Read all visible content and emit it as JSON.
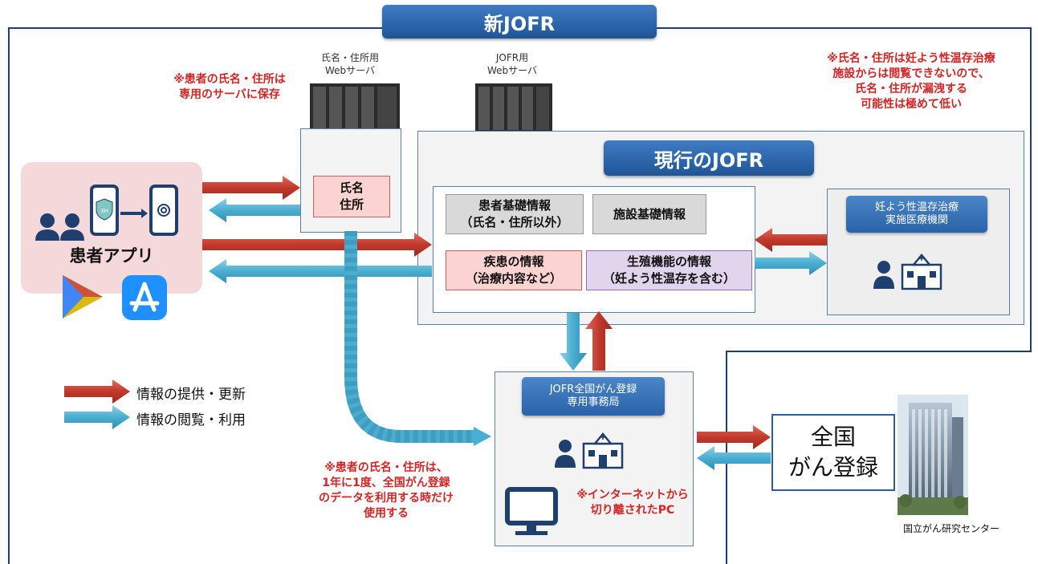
{
  "title_main": "新JOFR",
  "title_current": "現行のJOFR",
  "notes": {
    "left": "※患者の氏名・住所は\n専用のサーバに保存",
    "right": "※氏名・住所は妊よう性温存治療\n施設からは閲覧できないので、\n氏名・住所が漏洩する\n可能性は極めて低い",
    "bottom": "※患者の氏名・住所は、\n1年に1度、全国がん登録\nのデータを利用する時だけ\n使用する",
    "pc": "※インターネットから\n切り離されたPC"
  },
  "servers": {
    "name_address": "氏名・住所用\nWebサーバ",
    "jofr": "JOFR用\nWebサーバ"
  },
  "name_box": "氏名\n住所",
  "patient_app": {
    "label": "患者アプリ",
    "shield": "3H"
  },
  "info_boxes": {
    "patient_basic": "患者基礎情報\n（氏名・住所以外）",
    "facility_basic": "施設基礎情報",
    "disease": "疾患の情報\n（治療内容など）",
    "reproductive": "生殖機能の情報\n（妊よう性温存を含む）"
  },
  "facility": "妊よう性温存治療\n実施医療機関",
  "office": "JOFR全国がん登録\n専用事務局",
  "registry": "全国\nがん登録",
  "ncc": "国立がん研究センター",
  "legend": {
    "provide": "情報の提供・更新",
    "view": "情報の閲覧・利用"
  },
  "colors": {
    "red_arrow": "#c0392b",
    "blue_arrow": "#4aaed0",
    "note_red": "#d42424",
    "navy": "#1f3f6e"
  }
}
